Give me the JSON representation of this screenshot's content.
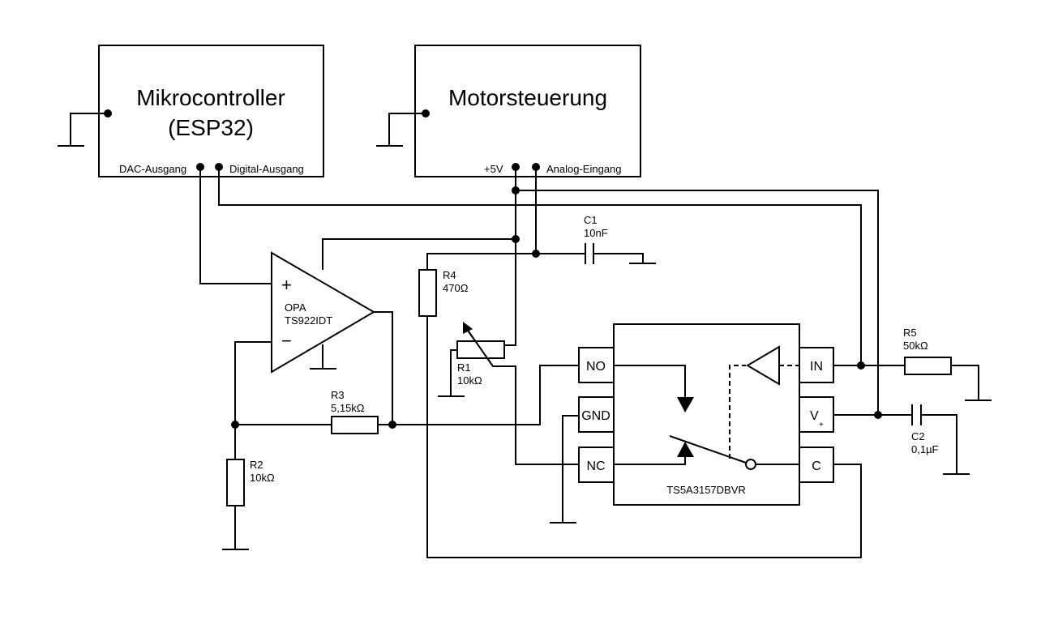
{
  "mcu": {
    "line1": "Mikrocontroller",
    "line2": "(ESP32)",
    "pin_dac": "DAC-Ausgang",
    "pin_digital": "Digital-Ausgang"
  },
  "motor": {
    "title": "Motorsteuerung",
    "pin_5v": "+5V",
    "pin_analog": "Analog-Eingang"
  },
  "opamp": {
    "name": "OPA",
    "part": "TS922IDT",
    "plus": "+",
    "minus": "−"
  },
  "components": {
    "c1": {
      "name": "C1",
      "value": "10nF"
    },
    "c2": {
      "name": "C2",
      "value": "0,1µF"
    },
    "r1": {
      "name": "R1",
      "value": "10kΩ"
    },
    "r2": {
      "name": "R2",
      "value": "10kΩ"
    },
    "r3": {
      "name": "R3",
      "value": "5,15kΩ"
    },
    "r4": {
      "name": "R4",
      "value": "470Ω"
    },
    "r5": {
      "name": "R5",
      "value": "50kΩ"
    }
  },
  "switch_ic": {
    "part": "TS5A3157DBVR",
    "pin_no": "NO",
    "pin_gnd": "GND",
    "pin_nc": "NC",
    "pin_in": "IN",
    "pin_v": "V",
    "pin_v_sub": "+",
    "pin_c": "C"
  }
}
